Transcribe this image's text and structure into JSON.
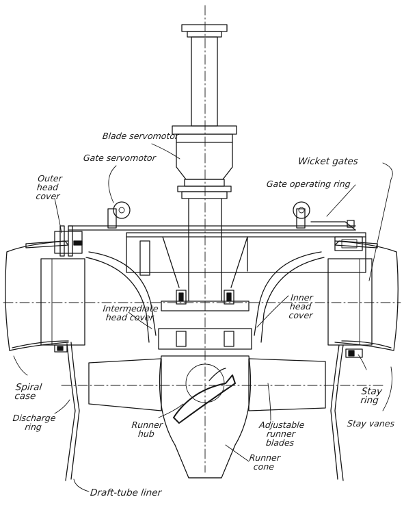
{
  "labels": {
    "blade_servomotor": "Blade servomotor",
    "gate_servomotor": "Gate servomotor",
    "wicket_gates": "Wicket gates",
    "gate_operating_ring": "Gate operating ring",
    "outer_head_cover": "Outer\nhead\ncover",
    "intermediate_head_cover": "Intermediate\nhead cover",
    "inner_head_cover": "Inner\nhead\ncover",
    "spiral_case": "Spiral\ncase",
    "stay_ring": "Stay\nring",
    "stay_vanes": "Stay vanes",
    "discharge_ring": "Discharge\nring",
    "runner_hub": "Runner\nhub",
    "adjustable_runner_blades": "Adjustable\nrunner\nblades",
    "runner_cone": "Runner\ncone",
    "draft_tube_liner": "Draft-tube liner"
  }
}
